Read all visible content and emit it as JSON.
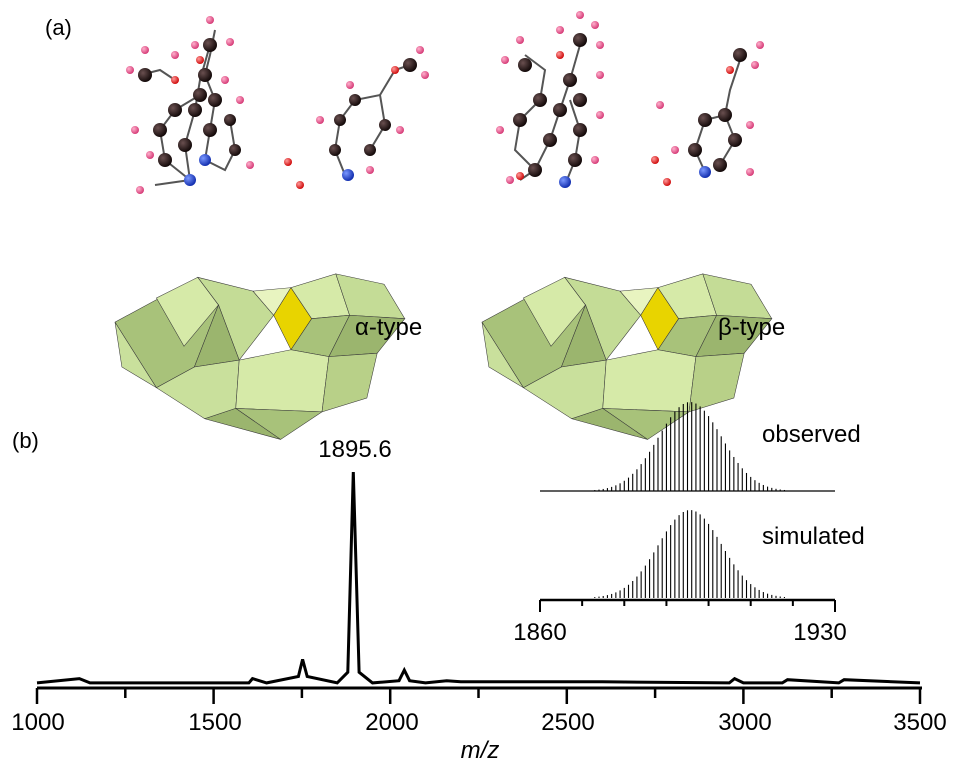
{
  "panel_a": {
    "label": "(a)",
    "structures": [
      {
        "label": "α-type"
      },
      {
        "label": "β-type"
      }
    ],
    "colors": {
      "polyhedron": "#c9e09c",
      "polyhedron_dark": "#9fb872",
      "core": "#e8d400",
      "carbon": "#1a0f0f",
      "hydrogen": "#e0508a",
      "oxygen": "#e01818",
      "nitrogen": "#1c44c8"
    }
  },
  "panel_b": {
    "label": "(b)",
    "peak_label": "1895.6",
    "inset": {
      "observed_label": "observed",
      "simulated_label": "simulated",
      "x_ticks": [
        "1860",
        "1930"
      ],
      "x_range": [
        1860,
        1930
      ],
      "isotope_center": 1895.6,
      "isotope_spacing": 1.0
    },
    "x_axis": {
      "label": "m/z",
      "ticks": [
        "1000",
        "1500",
        "2000",
        "2500",
        "3000",
        "3500"
      ]
    }
  },
  "chart_data": {
    "type": "line",
    "xlabel": "m/z",
    "ylabel": "",
    "xlim": [
      1000,
      3500
    ],
    "ylim": [
      0,
      1.0
    ],
    "annotations": [
      "1895.6"
    ],
    "series": [
      {
        "x": [
          1000,
          1120,
          1150,
          1600,
          1610,
          1650,
          1740,
          1752,
          1765,
          1850,
          1880,
          1895.6,
          1912,
          1950,
          2025,
          2040,
          2055,
          2100,
          2160,
          2200,
          2400,
          2600,
          2960,
          2975,
          3000,
          3110,
          3125,
          3270,
          3285,
          3500
        ],
        "y": [
          0.01,
          0.03,
          0.01,
          0.01,
          0.03,
          0.01,
          0.04,
          0.12,
          0.04,
          0.01,
          0.06,
          1.0,
          0.06,
          0.01,
          0.02,
          0.07,
          0.02,
          0.01,
          0.02,
          0.015,
          0.015,
          0.015,
          0.01,
          0.03,
          0.01,
          0.01,
          0.025,
          0.01,
          0.025,
          0.01
        ]
      }
    ]
  }
}
